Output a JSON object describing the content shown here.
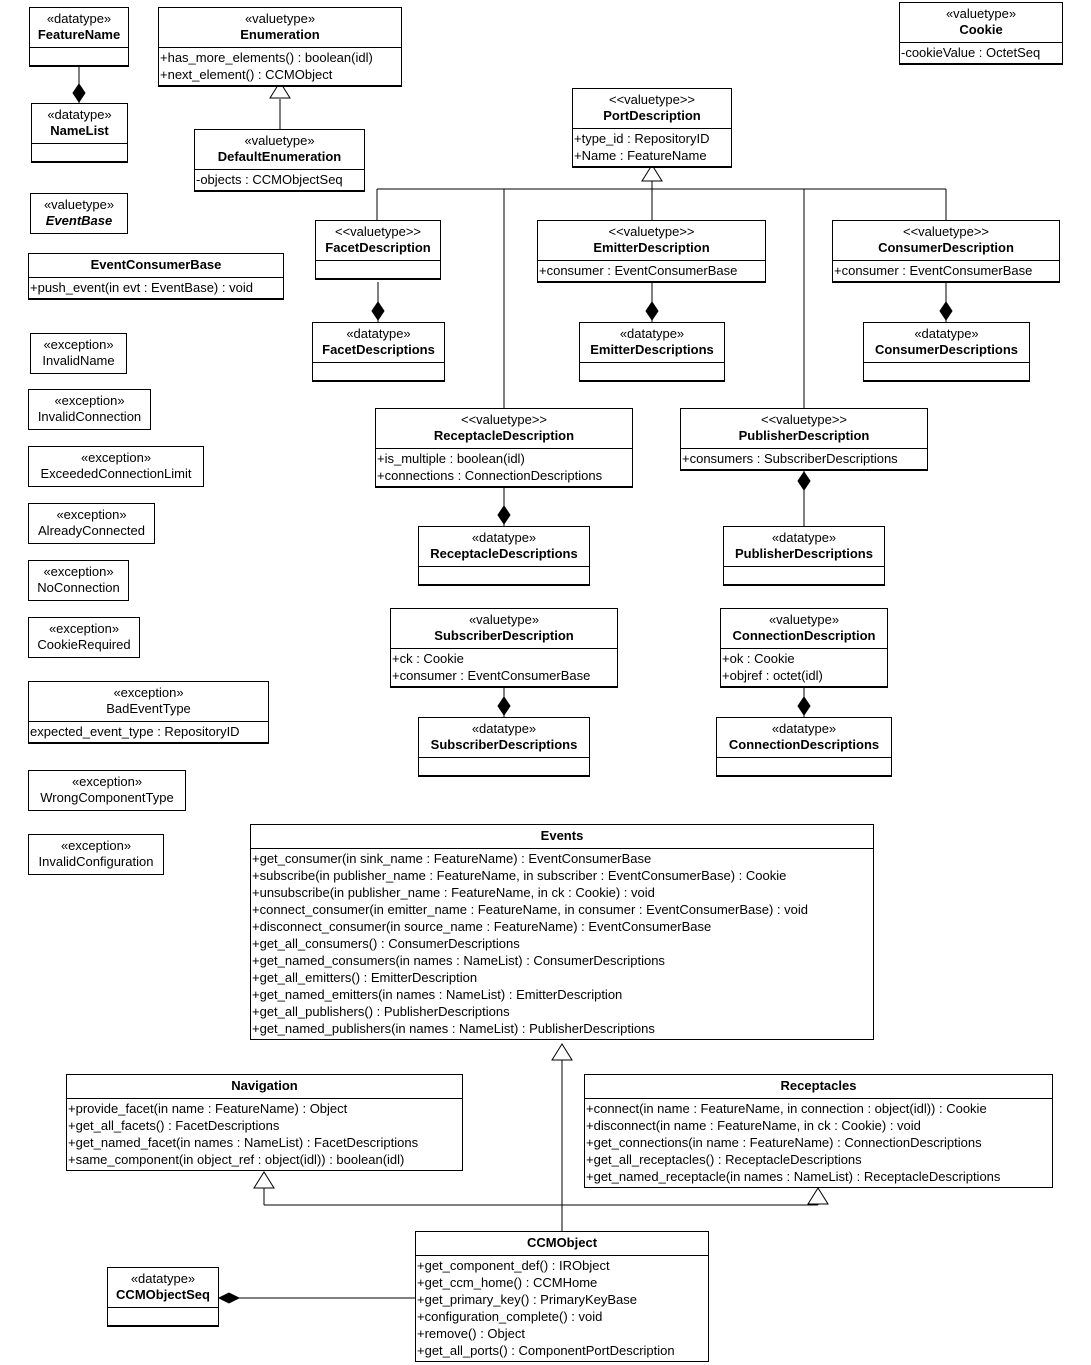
{
  "classes": {
    "feature_name": {
      "stereo": "«datatype»",
      "name": "FeatureName",
      "attrs": [],
      "ops": []
    },
    "name_list": {
      "stereo": "«datatype»",
      "name": "NameList",
      "attrs": [],
      "ops": []
    },
    "enumeration": {
      "stereo": "«valuetype»",
      "name": "Enumeration",
      "attrs": [
        "+has_more_elements() : boolean(idl)",
        "+next_element() : CCMObject"
      ],
      "ops": []
    },
    "default_enumeration": {
      "stereo": "«valuetype»",
      "name": "DefaultEnumeration",
      "attrs": [
        "-objects : CCMObjectSeq"
      ],
      "ops": []
    },
    "cookie": {
      "stereo": "«valuetype»",
      "name": "Cookie",
      "attrs": [
        "-cookieValue : OctetSeq"
      ],
      "ops": []
    },
    "event_base": {
      "stereo": "«valuetype»",
      "name": "EventBase"
    },
    "event_consumer_base": {
      "stereo": "",
      "name": "EventConsumerBase",
      "attrs": [
        "+push_event(in evt : EventBase) : void"
      ],
      "ops": []
    },
    "invalid_name": {
      "stereo": "«exception»",
      "name": "InvalidName"
    },
    "invalid_connection": {
      "stereo": "«exception»",
      "name": "InvalidConnection"
    },
    "exceeded_connection_limit": {
      "stereo": "«exception»",
      "name": "ExceededConnectionLimit"
    },
    "already_connected": {
      "stereo": "«exception»",
      "name": "AlreadyConnected"
    },
    "no_connection": {
      "stereo": "«exception»",
      "name": "NoConnection"
    },
    "cookie_required": {
      "stereo": "«exception»",
      "name": "CookieRequired"
    },
    "bad_event_type": {
      "stereo": "«exception»",
      "name": "BadEventType",
      "attrs": [
        "expected_event_type : RepositoryID"
      ],
      "ops": []
    },
    "wrong_component_type": {
      "stereo": "«exception»",
      "name": "WrongComponentType"
    },
    "invalid_configuration": {
      "stereo": "«exception»",
      "name": "InvalidConfiguration"
    },
    "port_description": {
      "stereo": "<<valuetype>>",
      "name": "PortDescription",
      "attrs": [
        "+type_id : RepositoryID",
        "+Name : FeatureName"
      ],
      "ops": []
    },
    "facet_description": {
      "stereo": "<<valuetype>>",
      "name": "FacetDescription",
      "attrs": [],
      "ops": []
    },
    "emitter_description": {
      "stereo": "<<valuetype>>",
      "name": "EmitterDescription",
      "attrs": [
        "+consumer : EventConsumerBase"
      ],
      "ops": []
    },
    "consumer_description": {
      "stereo": "<<valuetype>>",
      "name": "ConsumerDescription",
      "attrs": [
        "+consumer : EventConsumerBase"
      ],
      "ops": []
    },
    "facet_descriptions": {
      "stereo": "«datatype»",
      "name": "FacetDescriptions",
      "attrs": [],
      "ops": []
    },
    "emitter_descriptions": {
      "stereo": "«datatype»",
      "name": "EmitterDescriptions",
      "attrs": [],
      "ops": []
    },
    "consumer_descriptions": {
      "stereo": "«datatype»",
      "name": "ConsumerDescriptions",
      "attrs": [],
      "ops": []
    },
    "receptacle_description": {
      "stereo": "<<valuetype>>",
      "name": "ReceptacleDescription",
      "attrs": [
        "+is_multiple : boolean(idl)",
        "+connections : ConnectionDescriptions"
      ],
      "ops": []
    },
    "publisher_description": {
      "stereo": "<<valuetype>>",
      "name": "PublisherDescription",
      "attrs": [
        "+consumers : SubscriberDescriptions"
      ],
      "ops": []
    },
    "receptacle_descriptions": {
      "stereo": "«datatype»",
      "name": "ReceptacleDescriptions",
      "attrs": [],
      "ops": []
    },
    "publisher_descriptions": {
      "stereo": "«datatype»",
      "name": "PublisherDescriptions",
      "attrs": [],
      "ops": []
    },
    "subscriber_description": {
      "stereo": "«valuetype»",
      "name": "SubscriberDescription",
      "attrs": [
        "+ck : Cookie",
        "+consumer : EventConsumerBase"
      ],
      "ops": []
    },
    "connection_description": {
      "stereo": "«valuetype»",
      "name": "ConnectionDescription",
      "attrs": [
        "+ok : Cookie",
        "+objref : octet(idl)"
      ],
      "ops": []
    },
    "subscriber_descriptions": {
      "stereo": "«datatype»",
      "name": "SubscriberDescriptions",
      "attrs": [],
      "ops": []
    },
    "connection_descriptions": {
      "stereo": "«datatype»",
      "name": "ConnectionDescriptions",
      "attrs": [],
      "ops": []
    },
    "events": {
      "stereo": "",
      "name": "Events",
      "attrs": [
        "+get_consumer(in sink_name : FeatureName) : EventConsumerBase",
        "+subscribe(in publisher_name : FeatureName, in subscriber : EventConsumerBase) : Cookie",
        "+unsubscribe(in publisher_name : FeatureName, in ck : Cookie) : void",
        "+connect_consumer(in emitter_name : FeatureName, in consumer : EventConsumerBase) : void",
        "+disconnect_consumer(in source_name : FeatureName) : EventConsumerBase",
        "+get_all_consumers() : ConsumerDescriptions",
        "+get_named_consumers(in names : NameList) : ConsumerDescriptions",
        "+get_all_emitters() : EmitterDescription",
        "+get_named_emitters(in names : NameList) : EmitterDescription",
        "+get_all_publishers() : PublisherDescriptions",
        "+get_named_publishers(in names : NameList) : PublisherDescriptions"
      ]
    },
    "navigation": {
      "stereo": "",
      "name": "Navigation",
      "attrs": [
        "+provide_facet(in name : FeatureName) : Object",
        "+get_all_facets() : FacetDescriptions",
        "+get_named_facet(in names : NameList) : FacetDescriptions",
        "+same_component(in object_ref : object(idl)) : boolean(idl)"
      ]
    },
    "receptacles": {
      "stereo": "",
      "name": "Receptacles",
      "attrs": [
        "+connect(in name : FeatureName, in connection : object(idl)) : Cookie",
        "+disconnect(in name : FeatureName, in ck : Cookie) : void",
        "+get_connections(in name : FeatureName) : ConnectionDescriptions",
        "+get_all_receptacles() : ReceptacleDescriptions",
        "+get_named_receptacle(in names : NameList) : ReceptacleDescriptions"
      ]
    },
    "ccm_object": {
      "stereo": "",
      "name": "CCMObject",
      "attrs": [
        "+get_component_def() : IRObject",
        "+get_ccm_home() : CCMHome",
        "+get_primary_key() : PrimaryKeyBase",
        "+configuration_complete() : void",
        "+remove() : Object",
        "+get_all_ports() : ComponentPortDescription"
      ]
    },
    "ccm_object_seq": {
      "stereo": "«datatype»",
      "name": "CCMObjectSeq",
      "attrs": [],
      "ops": []
    }
  }
}
